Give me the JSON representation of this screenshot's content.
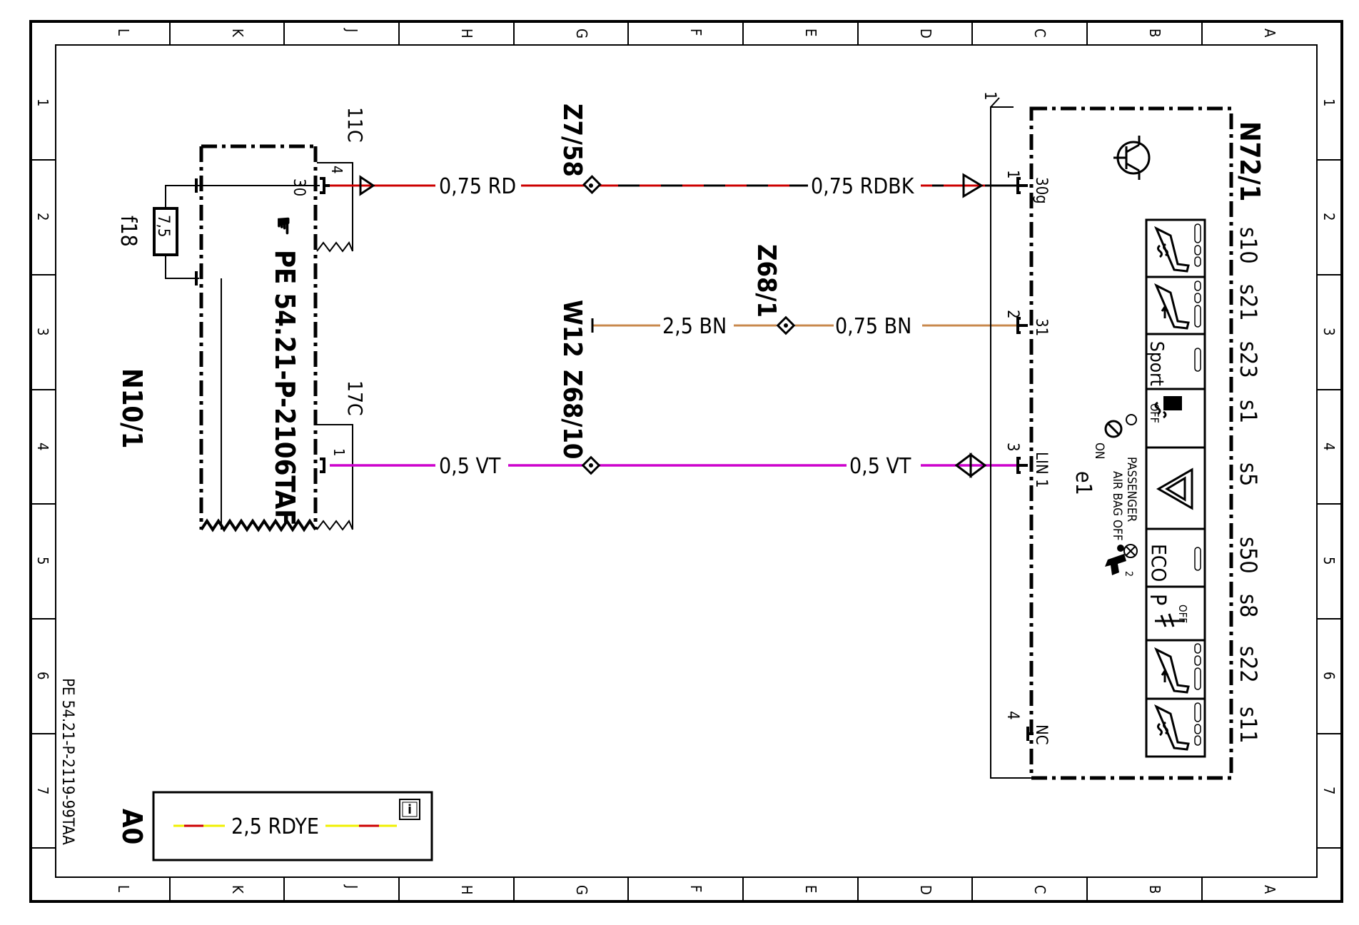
{
  "frame": {
    "columns": [
      "L",
      "K",
      "J",
      "H",
      "G",
      "F",
      "E",
      "D",
      "C",
      "B",
      "A"
    ],
    "rows": [
      "1",
      "2",
      "3",
      "4",
      "5",
      "6",
      "7"
    ]
  },
  "document_id": "PE 54.21-P-2119-99TAA",
  "left_module": {
    "id": "N10/1",
    "reference": "PE 54.21-P-2106TAF",
    "fuse_id": "f18",
    "fuse_rating": "7,5",
    "connector_top": "11C",
    "pin_top": "4",
    "terminal_top": "30",
    "connector_bottom": "17C",
    "pin_bottom": "1"
  },
  "right_module": {
    "id": "N72/1",
    "corner_label": "1",
    "pins": [
      {
        "number": "1",
        "label": "30g"
      },
      {
        "number": "2",
        "label": "31"
      },
      {
        "number": "3",
        "label": "LIN 1"
      },
      {
        "number": "4",
        "label": "NC"
      }
    ],
    "e1_label": "e1",
    "airbag_text": [
      "PASSENGER",
      "AIR BAG",
      "OFF"
    ],
    "airbag_on_label": "ON",
    "airbag_sub": "2",
    "switches": [
      "s10",
      "s21",
      "s23",
      "s1",
      "s5",
      "s50",
      "s8",
      "s22",
      "s11"
    ],
    "button_texts": {
      "sport": "Sport",
      "esp_off": "OFF",
      "eco": "ECO",
      "park_p": "P",
      "park_off": "OFF"
    }
  },
  "connection_points": {
    "z7_58": "Z7/58",
    "z68_1": "Z68/1",
    "w12": "W12",
    "z68_10": "Z68/10"
  },
  "wires": {
    "w1_left": "0,75 RD",
    "w1_right": "0,75 RDBK",
    "w2_left": "2,5 BN",
    "w2_right": "0,75 BN",
    "w3_left": "0,5 VT",
    "w3_right": "0,5 VT"
  },
  "legend": {
    "id": "A0",
    "wire_label": "2,5 RDYE",
    "info_icon": "info-icon"
  },
  "colors": {
    "rd": "#cc0000",
    "bn": "#c8894d",
    "vt": "#cc00cc",
    "ye": "#f0f000",
    "black": "#000000"
  }
}
